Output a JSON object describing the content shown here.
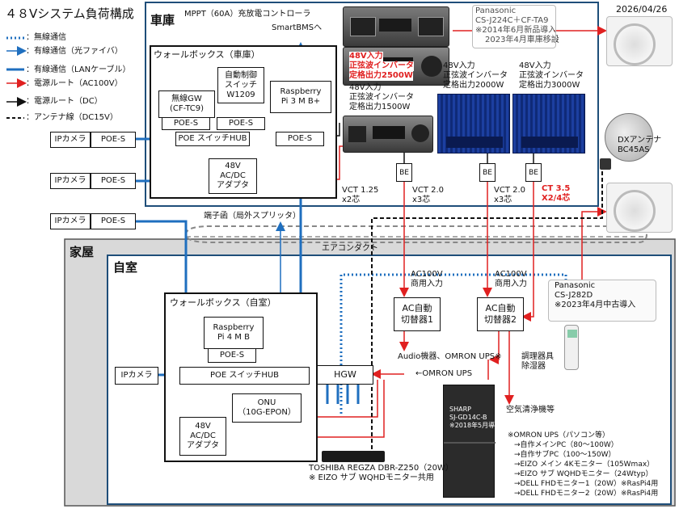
{
  "title": "４８Vシステム負荷構成",
  "date": "2026/04/26",
  "legend": [
    {
      "label": "：無線通信",
      "color": "#1f6fbf",
      "style": "dotted"
    },
    {
      "label": "：有線通信（光ファイバ）",
      "color": "#1f6fbf",
      "style": "thin"
    },
    {
      "label": "：有線通信（LANケーブル）",
      "color": "#1f6fbf",
      "style": "thick"
    },
    {
      "label": "：電源ルート（AC100V）",
      "color": "#e02020",
      "style": "arrow"
    },
    {
      "label": "：電源ルート（DC）",
      "color": "#111111",
      "style": "arrow"
    },
    {
      "label": "：アンテナ線（DC15V）",
      "color": "#111111",
      "style": "dashed"
    }
  ],
  "garage": {
    "title": "車庫",
    "mppt": "MPPT（60A）充放電コントローラ",
    "smartbms": "SmartBMSへ",
    "wallbox_title": "ウォールボックス（車庫）",
    "gw": [
      "無線GW",
      "(CF-TC9)"
    ],
    "switch": [
      "自動制御",
      "スイッチ",
      "W1209"
    ],
    "rpi": [
      "Raspberry",
      "Pi 3 M B+"
    ],
    "poes": "POE-S",
    "poe_hub": "POE スイッチHUB",
    "adapter": [
      "48V",
      "AC/DC",
      "アダプタ"
    ]
  },
  "ipcam": "IPカメラ",
  "poe_s": "POE-S",
  "inverters": {
    "inv2500": [
      "48V入力",
      "正弦波インバータ",
      "定格出力2500W"
    ],
    "inv1500": [
      "48V入力",
      "正弦波インバータ",
      "定格出力1500W"
    ],
    "inv2000": [
      "48V入力",
      "正弦波インバータ",
      "定格出力2000W"
    ],
    "inv3000": [
      "48V入力",
      "正弦波インバータ",
      "定格出力3000W"
    ]
  },
  "aircon_garage": [
    "Panasonic",
    "CS-J224C＋CF-TA9",
    "※2014年6月新品導入",
    "2023年4月車庫移設"
  ],
  "dx_antenna": [
    "DXアンテナ",
    "BC45AS"
  ],
  "be": "BE",
  "cables": {
    "vct125": [
      "VCT 1.25",
      "x2芯"
    ],
    "vct20a": [
      "VCT 2.0",
      "x3芯"
    ],
    "vct20b": [
      "VCT 2.0",
      "x3芯"
    ],
    "ct35": [
      "CT 3.5",
      "X2/4芯"
    ]
  },
  "terminal_box": "端子函（局外スプリッタ）",
  "house_title": "家屋",
  "aircon_duct": "エアコンダクト",
  "myroom": {
    "title": "自室",
    "wallbox_title": "ウォールボックス（自室）",
    "rpi": [
      "Raspberry",
      "Pi 4 M B"
    ],
    "poes": "POE-S",
    "poe_hub": "POE スイッチHUB",
    "ipcam": "IPカメラ",
    "hgw": "HGW",
    "onu": [
      "ONU",
      "（10G-EPON）"
    ],
    "adapter": [
      "48V",
      "AC/DC",
      "アダプタ"
    ]
  },
  "ac_input1": [
    "AC100V",
    "商用入力"
  ],
  "ac_input2": [
    "AC100V",
    "商用入力"
  ],
  "ats1": [
    "AC自動",
    "切替器1"
  ],
  "ats2": [
    "AC自動",
    "切替器2"
  ],
  "audio": "Audio機器、OMRON UPS※",
  "omron_ups": "←OMRON UPS",
  "aircon_room": [
    "Panasonic",
    "CS-J282D",
    "※2023年4月中古導入"
  ],
  "humid": [
    "調理器具",
    "除湿器"
  ],
  "purifier": "空気清浄機等",
  "fridge": [
    "SHARP",
    "SJ-GD14C-B",
    "※2018年5月導入"
  ],
  "regza": [
    "TOSHIBA REGZA DBR-Z250（20W）",
    "※ EIZO サブ WQHDモニター共用"
  ],
  "ups_list": [
    "※OMRON UPS（パソコン等）",
    "→自作メインPC（80～100W）",
    "→自作サブPC（100～150W）",
    "→EIZO メイン 4Kモニター（105Wmax）",
    "→EIZO サブ WQHDモニター（24Wtyp）",
    "→DELL FHDモニター1（20W）※RasPi4用",
    "→DELL FHDモニター2（20W）※RasPi4用"
  ]
}
